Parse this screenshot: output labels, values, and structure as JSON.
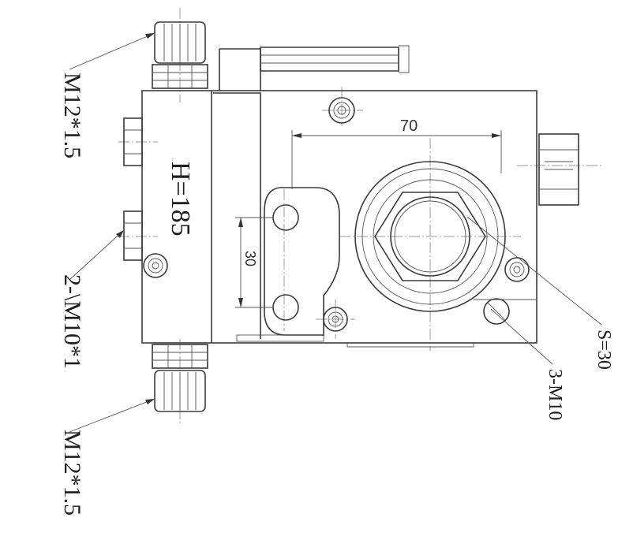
{
  "labels": {
    "height": "H=185",
    "port_top": "M12*1.5",
    "port_mid": "2-\\M10*1",
    "port_bottom": "M12*1.5",
    "socket": "S=30",
    "bolts": "3-M10"
  },
  "dimensions": {
    "horizontal": "70",
    "vertical": "30"
  },
  "colors": {
    "line": "#3a3a3a",
    "text": "#1e1e1e",
    "background": "#ffffff"
  }
}
